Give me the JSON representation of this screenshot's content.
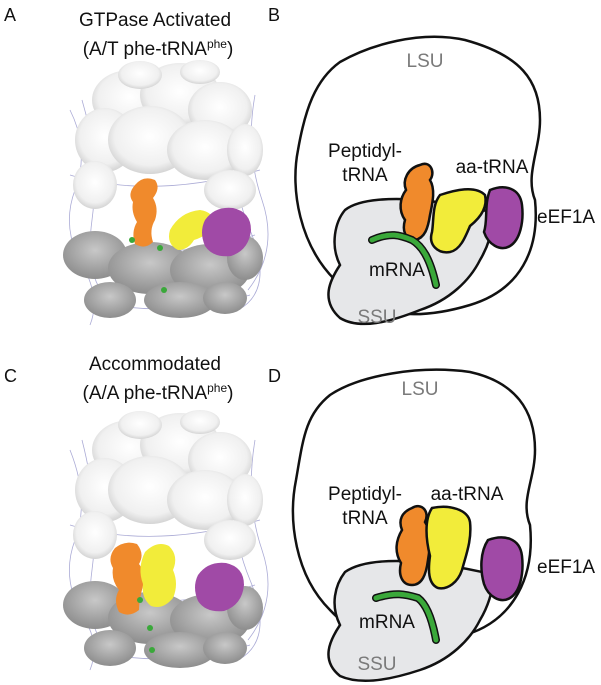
{
  "panels": {
    "A": {
      "letter": "A",
      "title_line1": "GTPase Activated",
      "title_line2_prefix": "(A/T phe-tRNA",
      "title_line2_sup": "phe",
      "title_line2_suffix": ")"
    },
    "B": {
      "letter": "B",
      "lsu": "LSU",
      "ssu": "SSU",
      "peptidyl_1": "Peptidyl-",
      "peptidyl_2": "tRNA",
      "aa_trna": "aa-tRNA",
      "eef1a": "eEF1A",
      "mrna": "mRNA"
    },
    "C": {
      "letter": "C",
      "title_line1": "Accommodated",
      "title_line2_prefix": "(A/A phe-tRNA",
      "title_line2_sup": "phe",
      "title_line2_suffix": ")"
    },
    "D": {
      "letter": "D",
      "lsu": "LSU",
      "ssu": "SSU",
      "peptidyl_1": "Peptidyl-",
      "peptidyl_2": "tRNA",
      "aa_trna": "aa-tRNA",
      "eef1a": "eEF1A",
      "mrna": "mRNA"
    }
  },
  "colors": {
    "peptidyl_trna": "#f08a2c",
    "aa_trna": "#f2ec3a",
    "eef1a": "#a04aa6",
    "mrna": "#3aa83a",
    "ssu_fill": "#e6e7e9",
    "outline": "#111111"
  }
}
